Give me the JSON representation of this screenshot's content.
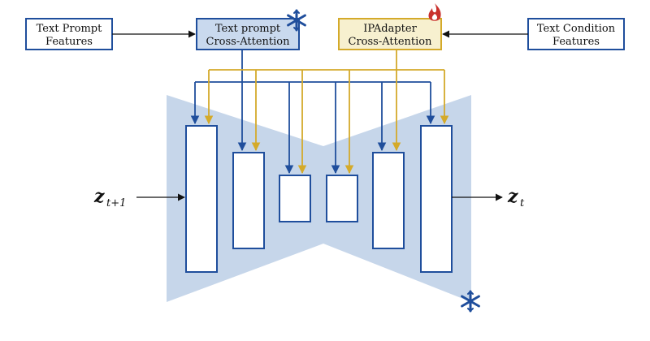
{
  "boxes": {
    "text_prompt_features": {
      "line1": "Text Prompt",
      "line2": "Features"
    },
    "text_prompt_cross_attention": {
      "line1": "Text prompt",
      "line2": "Cross-Attention"
    },
    "ipadapter_cross_attention": {
      "line1": "IPAdapter",
      "line2": "Cross-Attention"
    },
    "text_condition_features": {
      "line1": "Text Condition",
      "line2": "Features"
    }
  },
  "latents": {
    "input": {
      "symbol": "z",
      "subscript": "t+1"
    },
    "output": {
      "symbol": "z",
      "subscript": "t"
    }
  },
  "icons": {
    "frozen": "snowflake-icon",
    "trainable": "flame-icon"
  },
  "colors": {
    "blue": "#1f4e9c",
    "gold": "#d4aa2a",
    "unet_fill": "#c6d6ea",
    "blue_box_fill": "#c9d9ee",
    "yellow_box_fill": "#f7f0cf",
    "flame": "#c9302c"
  }
}
